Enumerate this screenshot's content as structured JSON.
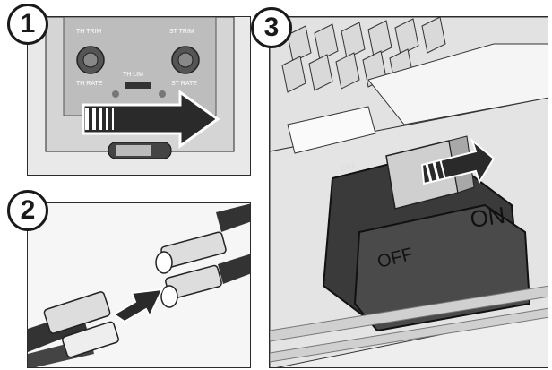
{
  "steps": [
    {
      "number": "1"
    },
    {
      "number": "2"
    },
    {
      "number": "3"
    }
  ],
  "panel1": {
    "th_trim": "TH TRIM",
    "st_trim": "ST TRIM",
    "th_rate": "TH RATE",
    "st_rate": "ST RATE",
    "th_lim": "TH LIM"
  },
  "panel3": {
    "switch_on": "ON",
    "switch_off": "OFF",
    "switch_off_small": "OFF"
  },
  "colors": {
    "arrow": "#2a2a2a",
    "outline": "#2b2b2b",
    "switch_body": "#3a3a3a",
    "slider": "#cfcfcf"
  },
  "icons": [
    "right-arrow-icon",
    "connector-plug-icon",
    "power-switch-icon"
  ]
}
